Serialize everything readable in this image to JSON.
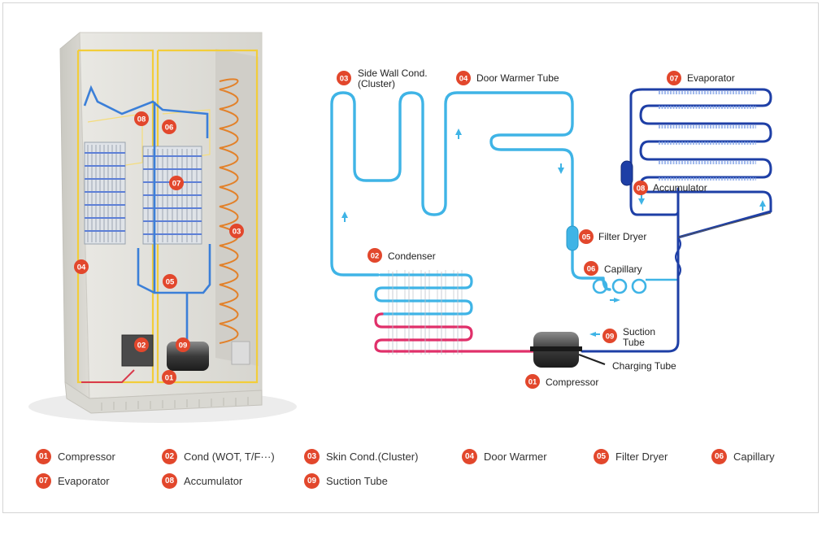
{
  "colors": {
    "badge": "#e2472c",
    "light_blue_tube": "#3fb4e6",
    "dark_blue_tube": "#1e3fa6",
    "hot_tube": "#e0306a",
    "yellow_tube": "#f2cd3a",
    "orange_coil": "#e2812a"
  },
  "photo": {
    "badges": [
      "08",
      "06",
      "07",
      "04",
      "03",
      "05",
      "02",
      "09",
      "01"
    ]
  },
  "diagram": {
    "labels": {
      "side_wall_num": "03",
      "side_wall_line1": "Side Wall Cond.",
      "side_wall_line2": "(Cluster)",
      "door_warmer_num": "04",
      "door_warmer": "Door Warmer Tube",
      "evaporator_num": "07",
      "evaporator": "Evaporator",
      "accumulator_num": "08",
      "accumulator": "Accumulator",
      "filter_num": "05",
      "filter": "Filter  Dryer",
      "capillary_num": "06",
      "capillary": "Capillary",
      "condenser_num": "02",
      "condenser": "Condenser",
      "suction_num": "09",
      "suction_line1": "Suction",
      "suction_line2": "Tube",
      "charging": "Charging Tube",
      "compressor_num": "01",
      "compressor": "Compressor"
    }
  },
  "legend": {
    "items": [
      {
        "num": "01",
        "label": "Compressor",
        "icon": "compressor"
      },
      {
        "num": "02",
        "label": "Cond (WOT, T/F···)",
        "icon": "condenser"
      },
      {
        "num": "03",
        "label": "Skin Cond.(Cluster)",
        "icon": "skin-condenser"
      },
      {
        "num": "04",
        "label": "Door Warmer",
        "icon": "door-warmer"
      },
      {
        "num": "05",
        "label": "Filter Dryer",
        "icon": "filter-dryer"
      },
      {
        "num": "06",
        "label": "Capillary",
        "icon": "capillary"
      },
      {
        "num": "07",
        "label": "Evaporator",
        "icon": "evaporator"
      },
      {
        "num": "08",
        "label": "Accumulator",
        "icon": "accumulator"
      },
      {
        "num": "09",
        "label": "Suction Tube",
        "icon": "suction-tube"
      }
    ]
  }
}
